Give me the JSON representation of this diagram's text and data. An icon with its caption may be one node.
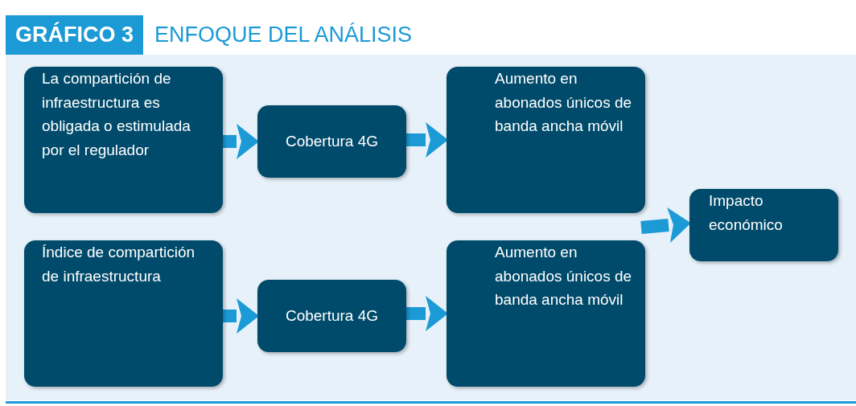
{
  "diagram": {
    "title": "ENFOQUE DEL ANÁLISIS",
    "nodes": [
      {
        "text": [
          "La compartición de infraestructura es obligada o estimulada por el regulador"
        ]
      },
      {
        "text": [
          "Cobertura 4G"
        ]
      },
      {
        "text": [
          "Aumento en abonados únicos de banda ancha móvil"
        ]
      },
      {
        "text": [
          "Índice de compartición de infraestructura"
        ]
      },
      {
        "text": [
          "Cobertura 4G"
        ]
      },
      {
        "text": [
          "Aumento en abonados únicos de banda ancha móvil"
        ]
      },
      {
        "text": [
          "Impacto económico"
        ]
      }
    ],
    "edges": [
      {
        "from": 0,
        "to": 1,
        "arrow": "to"
      },
      {
        "from": 1,
        "to": 2,
        "arrow": "to"
      },
      {
        "from": 3,
        "to": 4,
        "arrow": "to"
      },
      {
        "from": 4,
        "to": 5,
        "arrow": "to"
      },
      {
        "from": null,
        "to": 6,
        "arrow": "to"
      }
    ],
    "labels": [
      "GRÁFICO 3"
    ]
  }
}
